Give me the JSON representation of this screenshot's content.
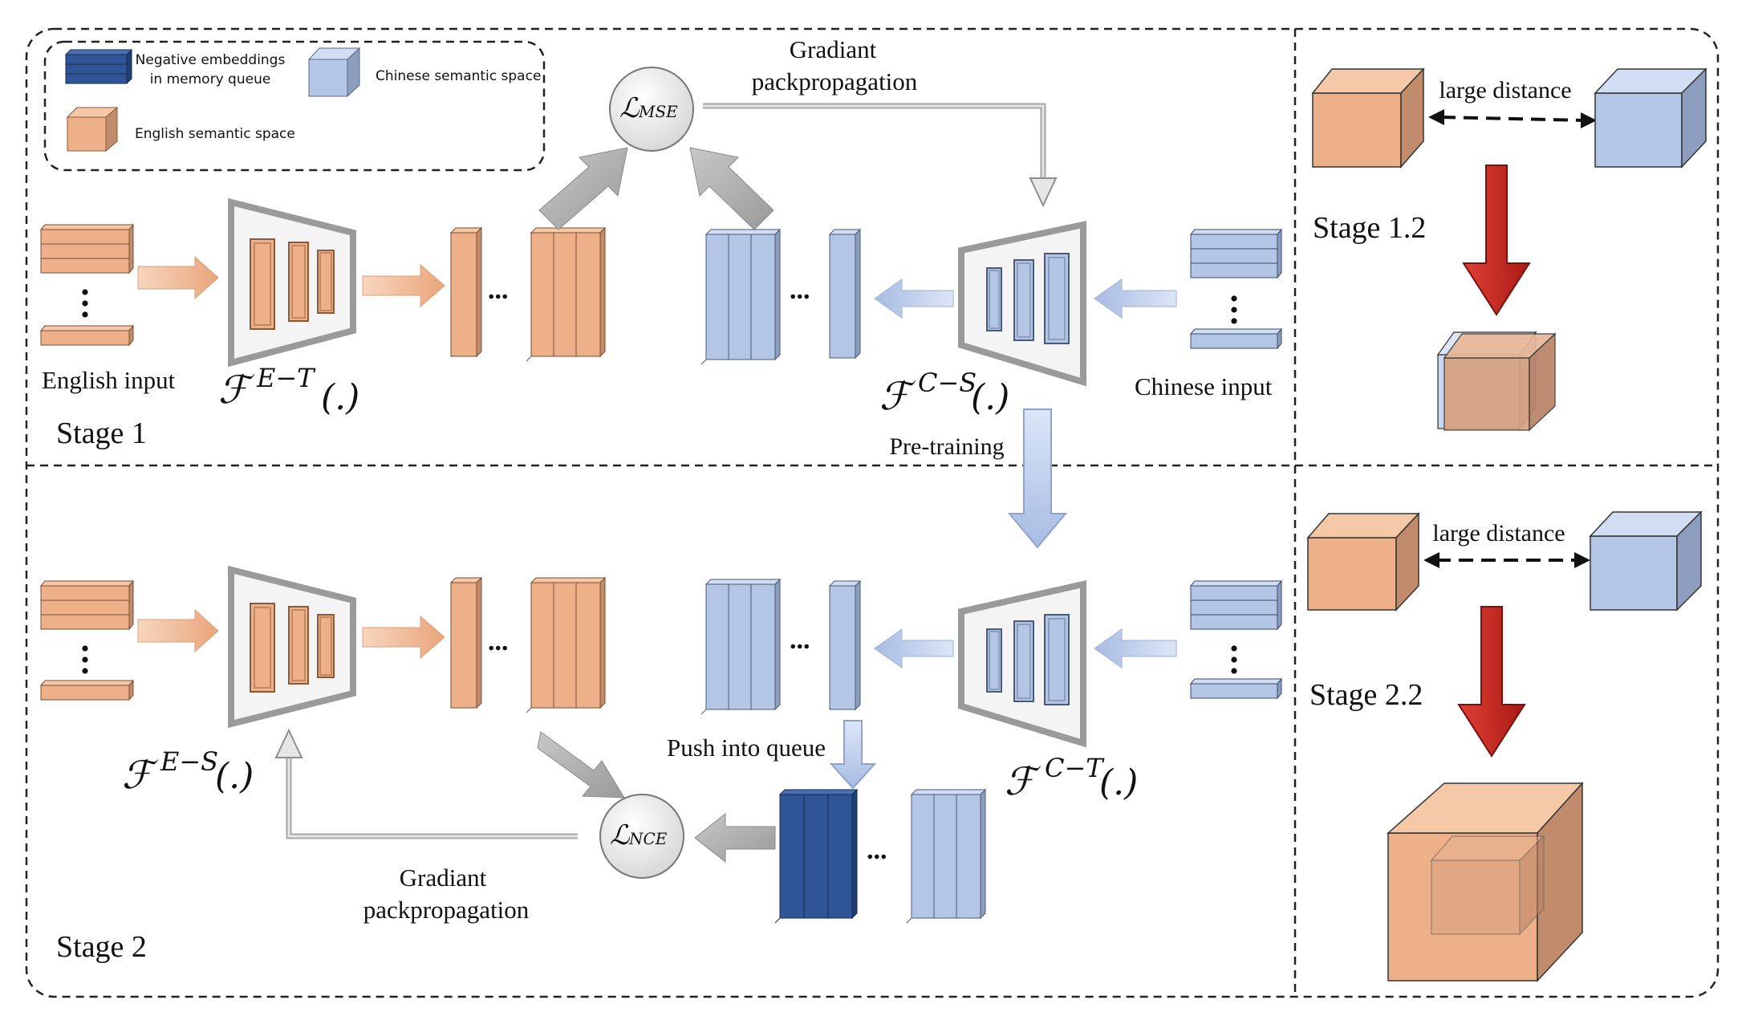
{
  "legend": {
    "negative": [
      "Negative embeddings",
      "in memory queue"
    ],
    "chinese": "Chinese semantic space",
    "english": "English semantic space"
  },
  "labels": {
    "english_input": "English input",
    "chinese_input": "Chinese input",
    "stage1": "Stage 1",
    "stage2": "Stage 2",
    "stage12": "Stage 1.2",
    "stage22": "Stage 2.2",
    "large_distance": "large distance",
    "gradient_top": [
      "Gradiant",
      "packpropagation"
    ],
    "gradient_bottom": [
      "Gradiant",
      "packpropagation"
    ],
    "pretraining": "Pre-training",
    "push_queue": "Push into queue",
    "ellipsis": "..."
  },
  "math": {
    "f_script": "ℱ",
    "l_script": "ℒ",
    "paren": "(.)",
    "f_et_sup": "E−T",
    "f_cs_sup": "C−S",
    "f_es_sup": "E−S",
    "f_ct_sup": "C−T",
    "mse_sub": "MSE",
    "nce_sub": "NCE"
  },
  "colors": {
    "orange": "#EDB089",
    "orange_dark": "#C18C6B",
    "blue": "#B4C6E6",
    "blue_dark": "#8C9DBD",
    "navy": "#2F5597",
    "red": "#C0251F",
    "frame_gray": "#9A9A9A"
  }
}
